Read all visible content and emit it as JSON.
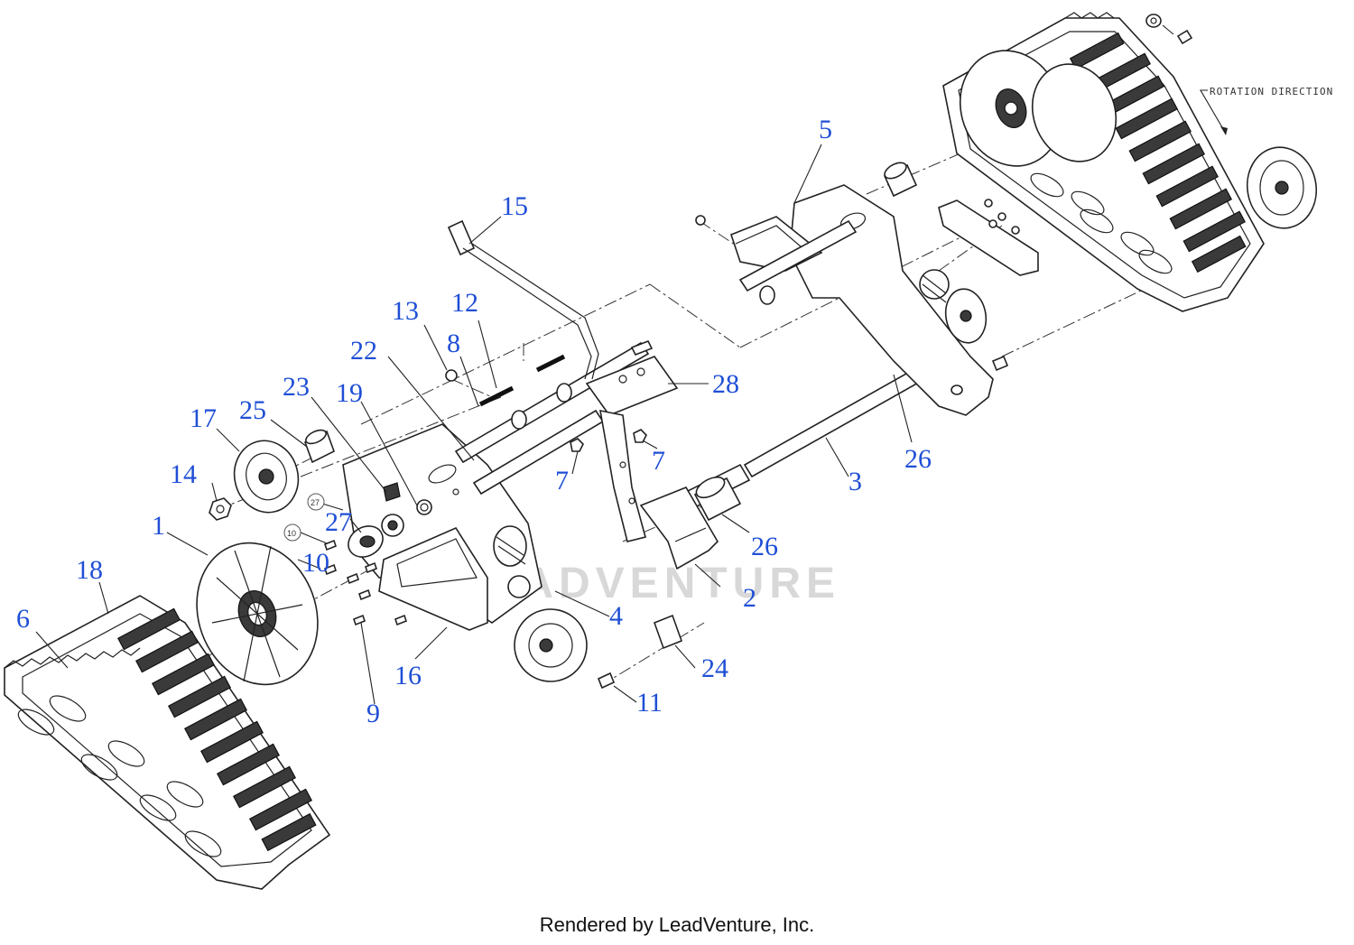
{
  "diagram": {
    "callouts": [
      "1",
      "2",
      "3",
      "4",
      "5",
      "6",
      "7",
      "7",
      "8",
      "9",
      "10",
      "11",
      "12",
      "13",
      "14",
      "15",
      "16",
      "17",
      "18",
      "19",
      "22",
      "23",
      "24",
      "25",
      "26",
      "26",
      "27",
      "28"
    ],
    "small_callouts": [
      "27",
      "10"
    ],
    "rotation_note": "ROTATION DIRECTION",
    "watermark": "LEADVENTURE"
  },
  "footer": {
    "credit": "Rendered by LeadVenture, Inc."
  }
}
